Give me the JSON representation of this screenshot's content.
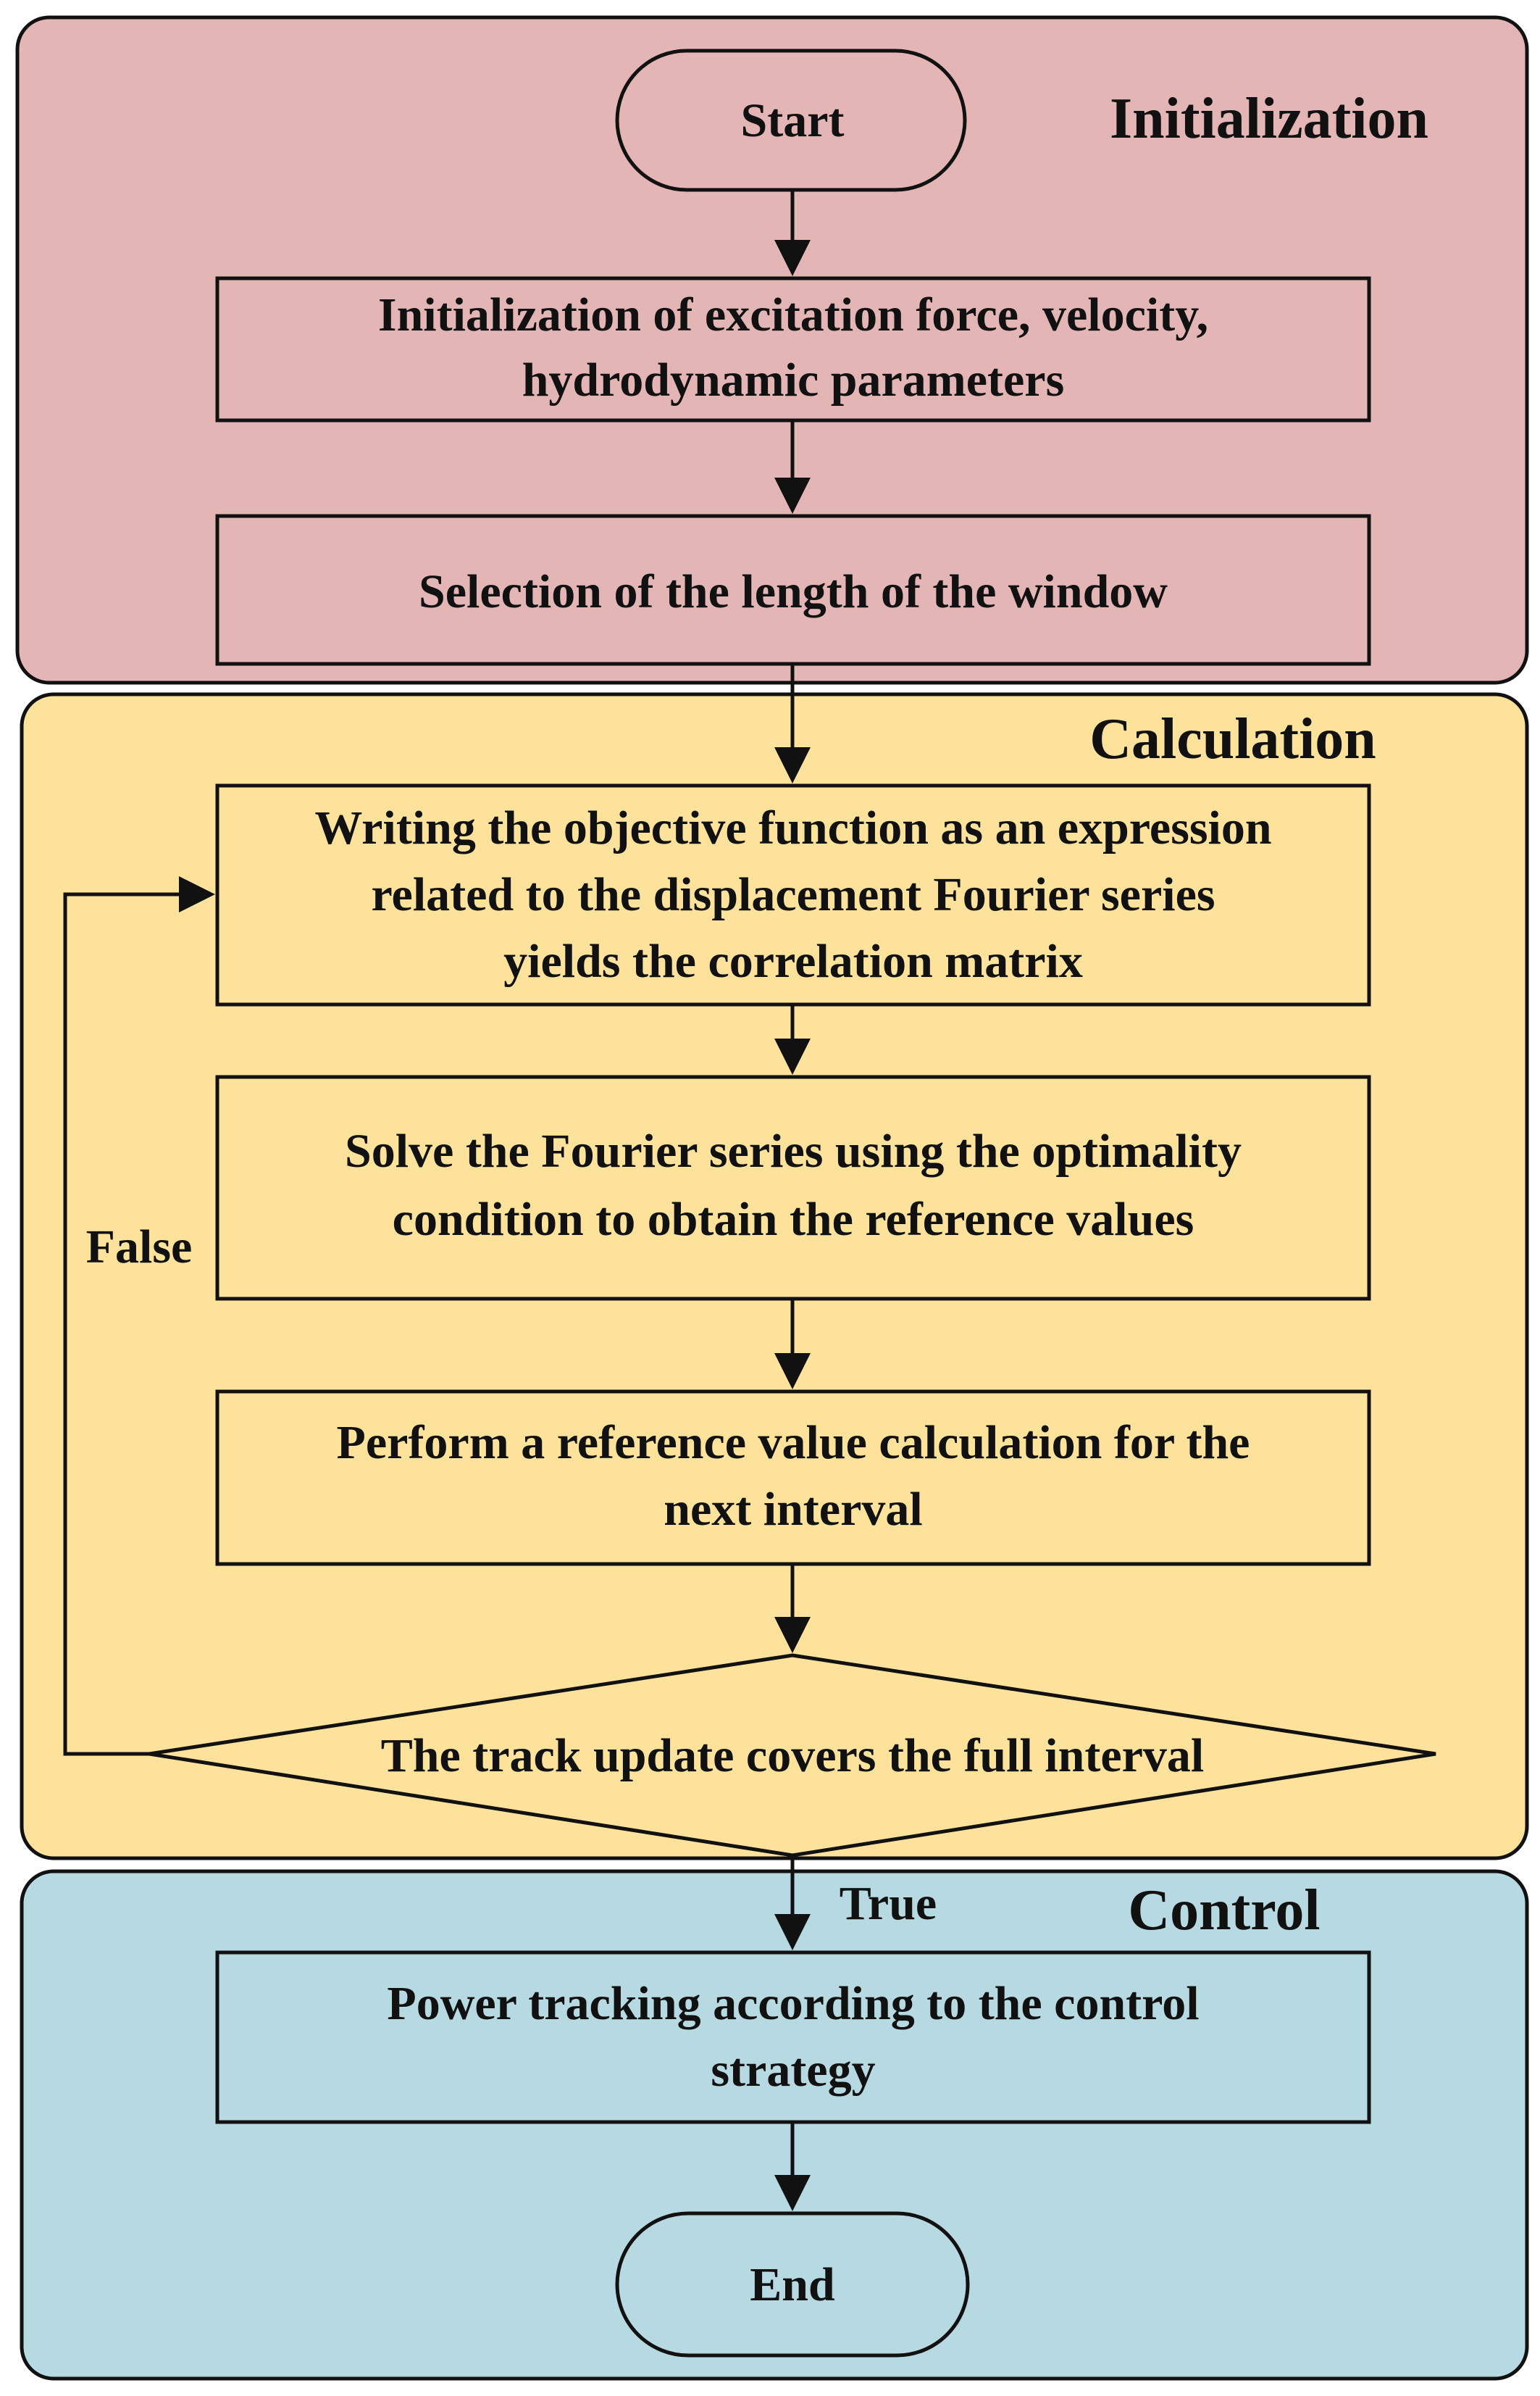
{
  "sections": {
    "initialization": {
      "label": "Initialization",
      "color": "#e3b6b5"
    },
    "calculation": {
      "label": "Calculation",
      "color": "#fce29b"
    },
    "control": {
      "label": "Control",
      "color": "#b6d9e2"
    }
  },
  "nodes": {
    "start": "Start",
    "init_line1": "Initialization of excitation force, velocity,",
    "init_line2": "hydrodynamic parameters",
    "window": "Selection of the length of the window",
    "objective_line1": "Writing the objective function as an expression",
    "objective_line2": "related to the displacement Fourier series",
    "objective_line3": "yields the correlation matrix",
    "solve_line1": "Solve the Fourier series using the optimality",
    "solve_line2": "condition to obtain the reference values",
    "perform_line1": "Perform a reference value calculation for the",
    "perform_line2": "next interval",
    "decision": "The track update covers the full interval",
    "power_line1": "Power tracking according to the control",
    "power_line2": "strategy",
    "end": "End"
  },
  "edges": {
    "false_label": "False",
    "true_label": "True"
  },
  "colors": {
    "stroke": "#111111"
  }
}
